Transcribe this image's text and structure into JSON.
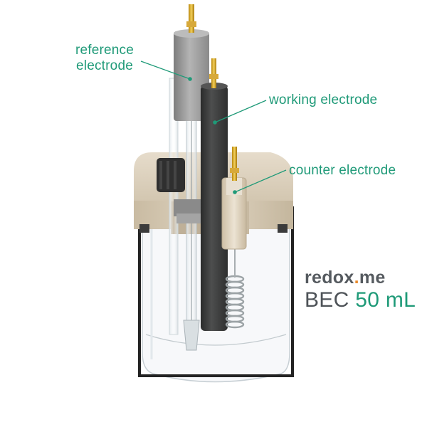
{
  "labels": {
    "reference": [
      "reference",
      "electrode"
    ],
    "working": "working electrode",
    "counter": "counter electrode"
  },
  "brand": {
    "name_part1": "redox",
    "name_dot": ".",
    "name_part2": "me",
    "model_prefix": "BEC",
    "model_volume": "50 mL"
  },
  "colors": {
    "accent": "#1f9a78",
    "brand_dot": "#e8892a",
    "lid": "#d8ccb8",
    "working_rod": "#3a3b3b",
    "reference_cap": "#9c9c9c",
    "frame": "#2a2a2a"
  }
}
